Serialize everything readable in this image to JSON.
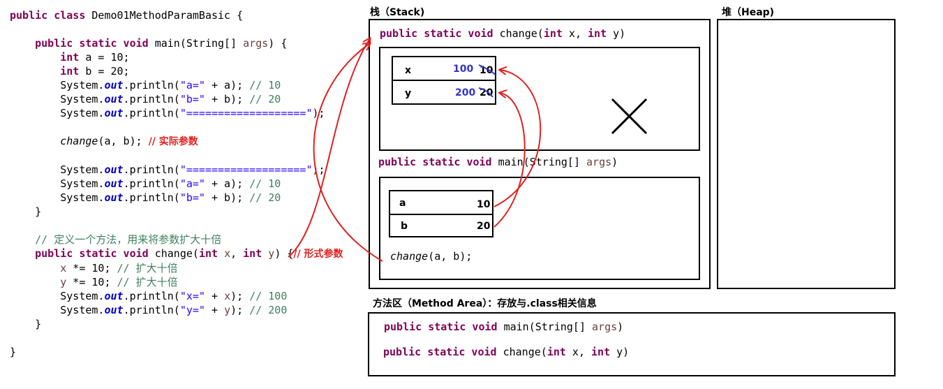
{
  "code": {
    "class_decl": "public class Demo01MethodParamBasic {",
    "main_sig": "public static void main(String[] args) {",
    "int_a": "int a = 10;",
    "int_b": "int b = 20;",
    "print_a": "System.out.println(\"a=\" + a); // 10",
    "print_b": "System.out.println(\"b=\" + b); // 20",
    "print_sep": "System.out.println(\"===================\");",
    "call_change": "change(a, b);",
    "call_comment": "// 实际参数",
    "print_sep2": "System.out.println(\"===================\");",
    "print_a2": "System.out.println(\"a=\" + a); // 10",
    "print_b2": "System.out.println(\"b=\" + b); // 20",
    "close_main": "}",
    "comment_define": "// 定义一个方法，用来将参数扩大十倍",
    "change_sig": "public static void change(int x, int y) {",
    "change_comment": "// 形式参数",
    "x_mul": "x *= 10; // 扩大十倍",
    "y_mul": "y *= 10; // 扩大十倍",
    "print_x": "System.out.println(\"x=\" + x); // 100",
    "print_y": "System.out.println(\"y=\" + y); // 200",
    "close_change": "}",
    "close_class": "}"
  },
  "stack": {
    "title": "栈（Stack)",
    "change_frame_sig": "public static void change(int x, int y)",
    "change_vars": [
      {
        "name": "x",
        "new_value": "100",
        "old_value": "10"
      },
      {
        "name": "y",
        "new_value": "200",
        "old_value": "20"
      }
    ],
    "main_frame_sig": "public static void main(String[] args)",
    "main_vars": [
      {
        "name": "a",
        "value": "10"
      },
      {
        "name": "b",
        "value": "20"
      }
    ],
    "main_call": "change(a, b);"
  },
  "heap": {
    "title": "堆（Heap)"
  },
  "method_area": {
    "title": "方法区（Method Area）：存放与.class相关信息",
    "sigs": [
      "public static void main(String[] args)",
      "public static void change(int x, int y)"
    ]
  },
  "colors": {
    "arrow": "#e02020",
    "blue_value": "#3333cc",
    "keyword": "#7f0055",
    "comment": "#3f7f5f",
    "string": "#2a00ff"
  }
}
